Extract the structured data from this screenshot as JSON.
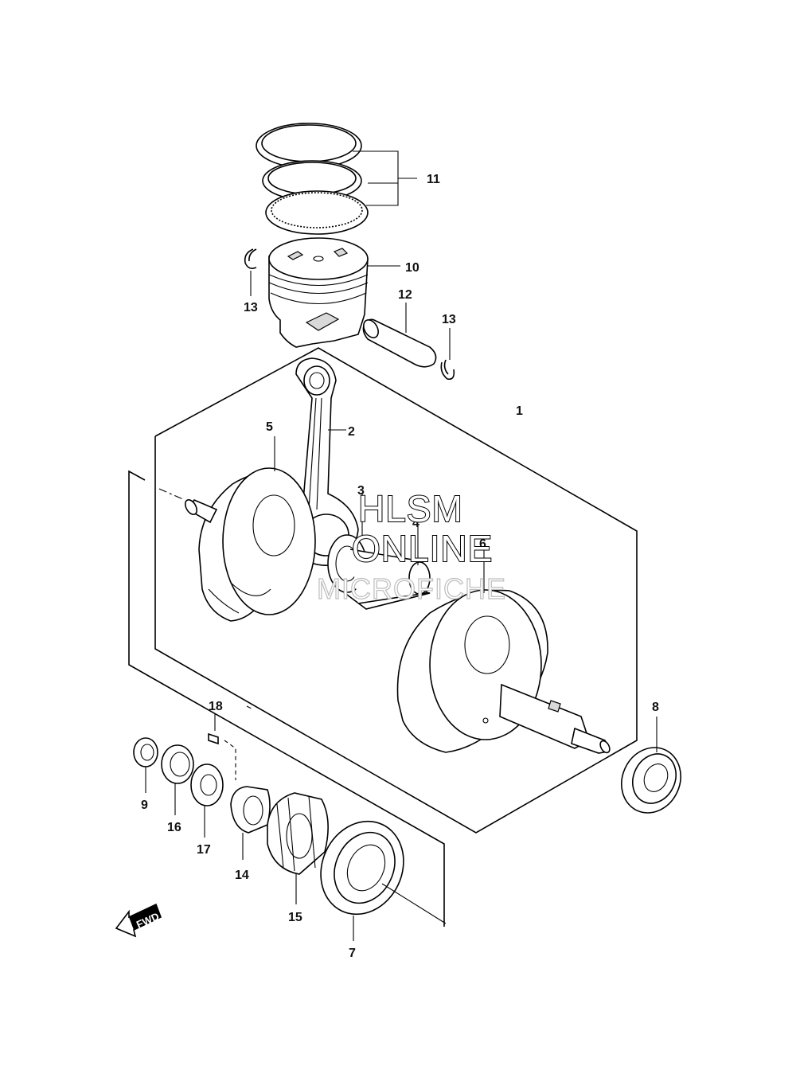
{
  "diagram": {
    "callouts": [
      {
        "id": "1",
        "label": "1"
      },
      {
        "id": "2",
        "label": "2"
      },
      {
        "id": "3",
        "label": "3"
      },
      {
        "id": "4",
        "label": "4"
      },
      {
        "id": "5",
        "label": "5"
      },
      {
        "id": "6",
        "label": "6"
      },
      {
        "id": "7",
        "label": "7"
      },
      {
        "id": "8",
        "label": "8"
      },
      {
        "id": "9",
        "label": "9"
      },
      {
        "id": "10",
        "label": "10"
      },
      {
        "id": "11",
        "label": "11"
      },
      {
        "id": "12",
        "label": "12"
      },
      {
        "id": "13a",
        "label": "13"
      },
      {
        "id": "13b",
        "label": "13"
      },
      {
        "id": "14",
        "label": "14"
      },
      {
        "id": "15",
        "label": "15"
      },
      {
        "id": "16",
        "label": "16"
      },
      {
        "id": "17",
        "label": "17"
      },
      {
        "id": "18",
        "label": "18"
      }
    ],
    "fwd_label": "FWD",
    "watermark": {
      "line1": "HLSM",
      "line2": "ONLINE",
      "line3": "MICROFICHE"
    }
  }
}
